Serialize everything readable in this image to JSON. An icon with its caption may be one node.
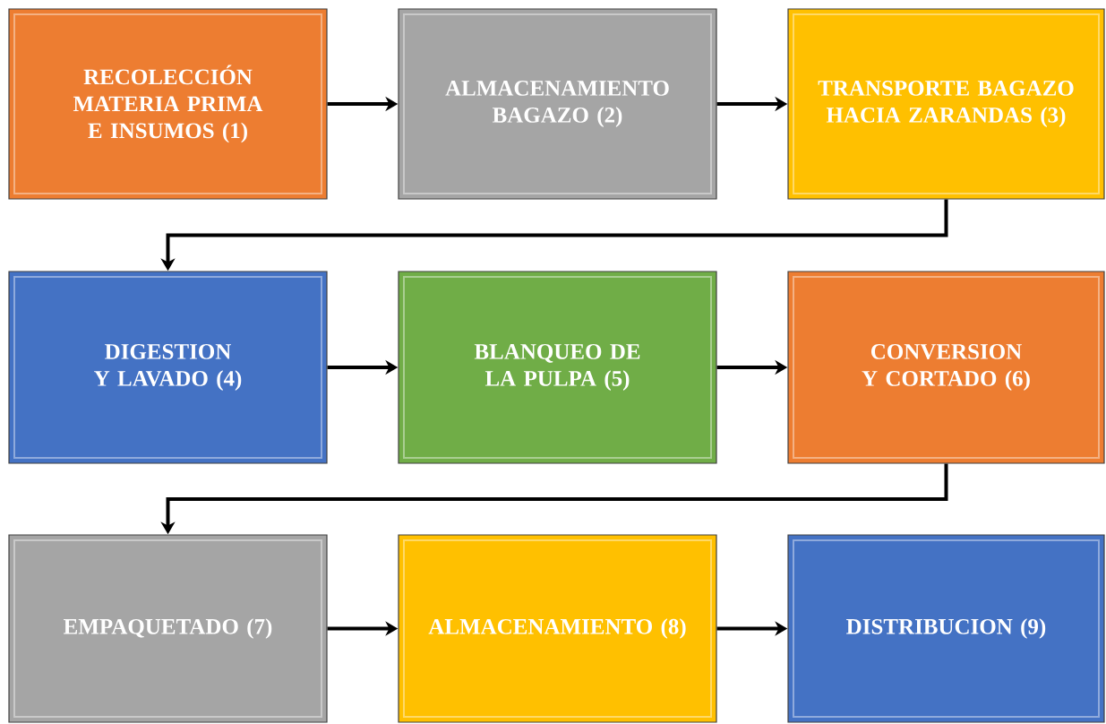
{
  "diagram": {
    "nodes": [
      {
        "text": [
          "RECOLECCIÓN MATERIA PRIMA E INSUMOS (1)"
        ]
      },
      {
        "text": [
          "ALMACENAMIENTO BAGAZO (2)"
        ]
      },
      {
        "text": [
          "TRANSPORTE BAGAZO HACIA ZARANDAS (3)"
        ]
      },
      {
        "text": [
          "DIGESTION Y LAVADO (4)"
        ]
      },
      {
        "text": [
          "BLANQUEO DE LA PULPA (5)"
        ]
      },
      {
        "text": [
          "CONVERSION Y CORTADO (6)"
        ]
      },
      {
        "text": [
          "EMPAQUETADO (7)"
        ]
      },
      {
        "text": [
          "ALMACENAMIENTO (8)"
        ]
      },
      {
        "text": [
          "DISTRIBUCION (9)"
        ]
      }
    ],
    "edges": [
      {
        "from": 0,
        "to": 1,
        "arrow": "to"
      },
      {
        "from": 1,
        "to": 2,
        "arrow": "to"
      },
      {
        "from": 2,
        "to": 3,
        "arrow": "to"
      },
      {
        "from": 3,
        "to": 4,
        "arrow": "to"
      },
      {
        "from": 4,
        "to": 5,
        "arrow": "to"
      },
      {
        "from": 5,
        "to": 6,
        "arrow": "to"
      },
      {
        "from": 6,
        "to": 7,
        "arrow": "to"
      },
      {
        "from": 7,
        "to": 8,
        "arrow": "to"
      }
    ]
  }
}
